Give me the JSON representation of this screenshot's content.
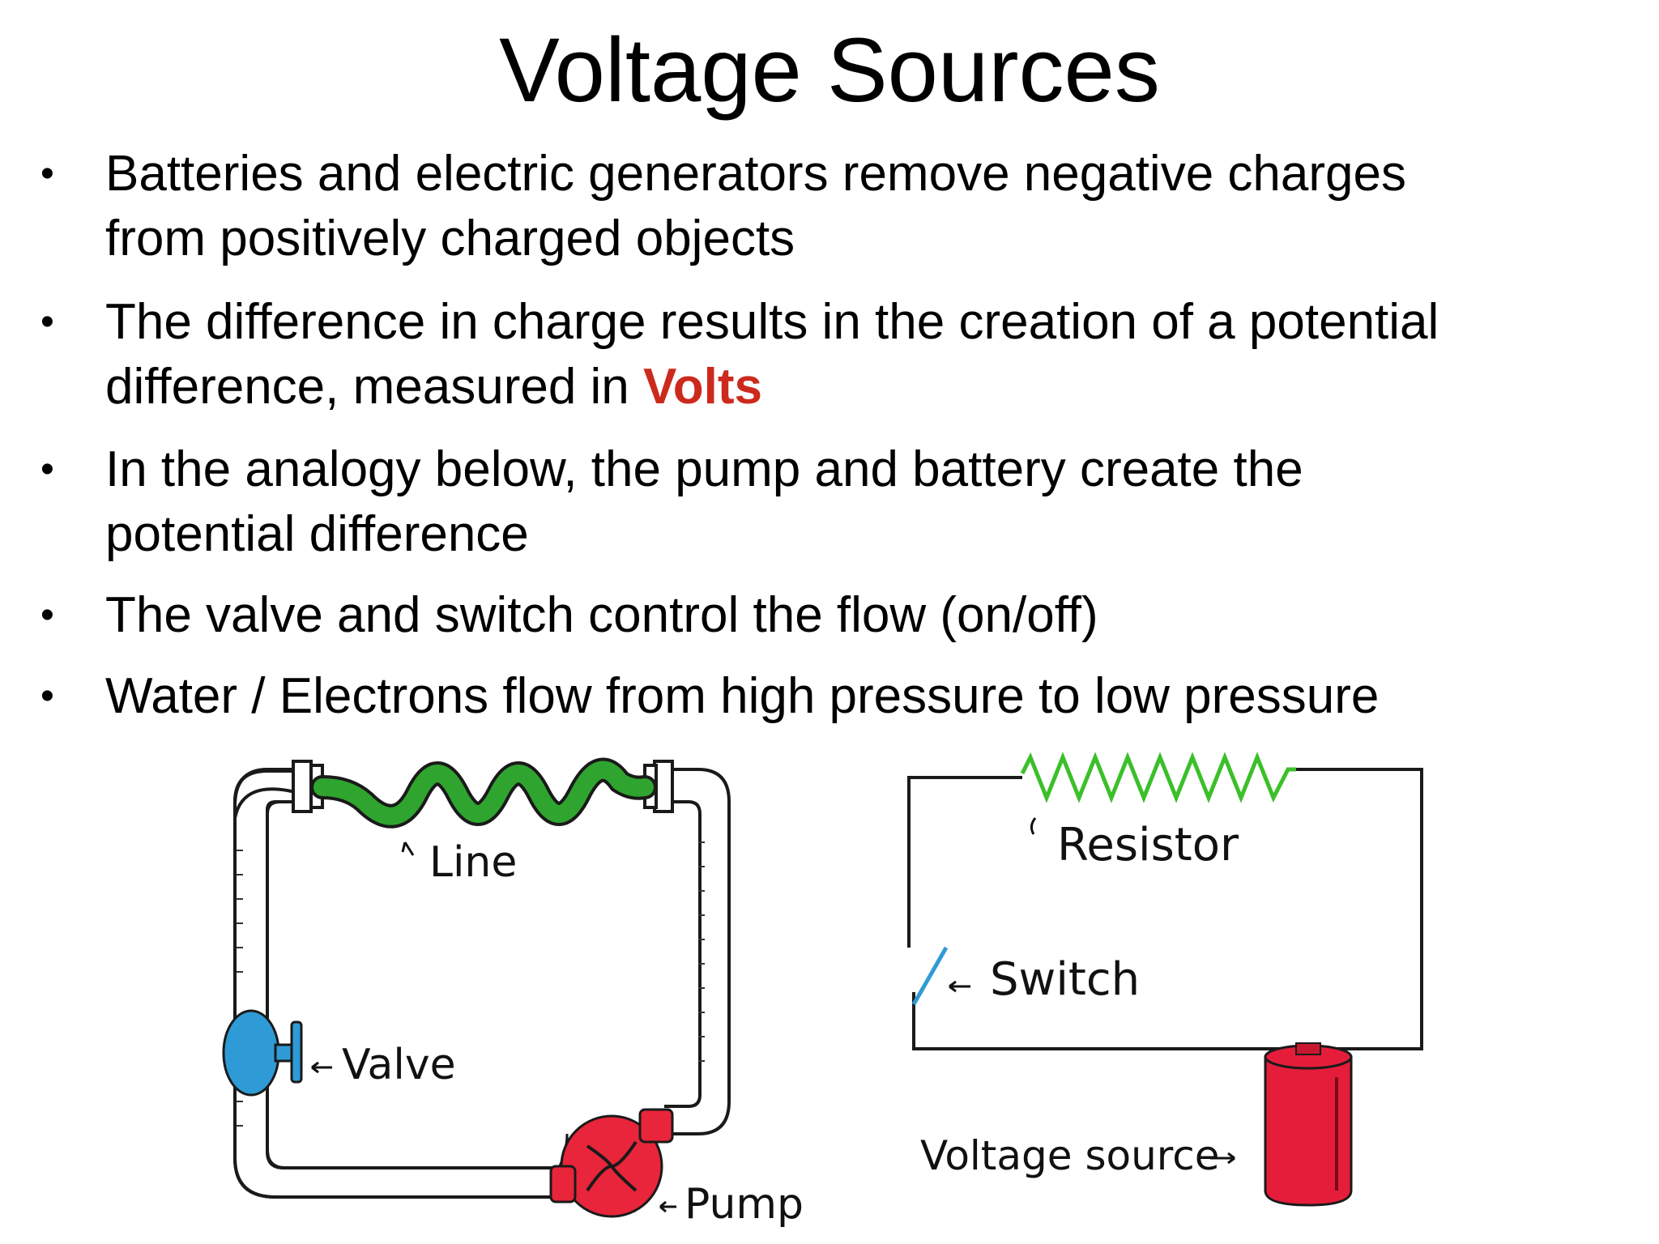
{
  "title": "Voltage Sources",
  "bullets": [
    {
      "line1": "Batteries and electric generators remove negative charges",
      "line2": "from positively charged objects"
    },
    {
      "line1": "The difference in charge results in the creation of a potential",
      "line2_prefix": "difference, measured in ",
      "line2_emphasis": "Volts"
    },
    {
      "line1": "In the analogy below, the pump  and battery create the",
      "line2": "potential difference"
    },
    {
      "line1": "The valve and switch control the flow (on/off)"
    },
    {
      "line1": "Water / Electrons flow from high pressure to low pressure"
    }
  ],
  "water_diagram": {
    "labels": {
      "line": "Line",
      "valve": "Valve",
      "pump": "Pump"
    },
    "colors": {
      "line": "#2fa52f",
      "valve": "#2f9bd6",
      "pump": "#e8253a"
    }
  },
  "circuit_diagram": {
    "labels": {
      "resistor": "Resistor",
      "switch": "Switch",
      "voltage_source": "Voltage  source"
    },
    "colors": {
      "resistor": "#3cbf2a",
      "switch": "#2f9bd6",
      "battery": "#e51d3a"
    }
  },
  "accent_color": "#cc2a1c"
}
